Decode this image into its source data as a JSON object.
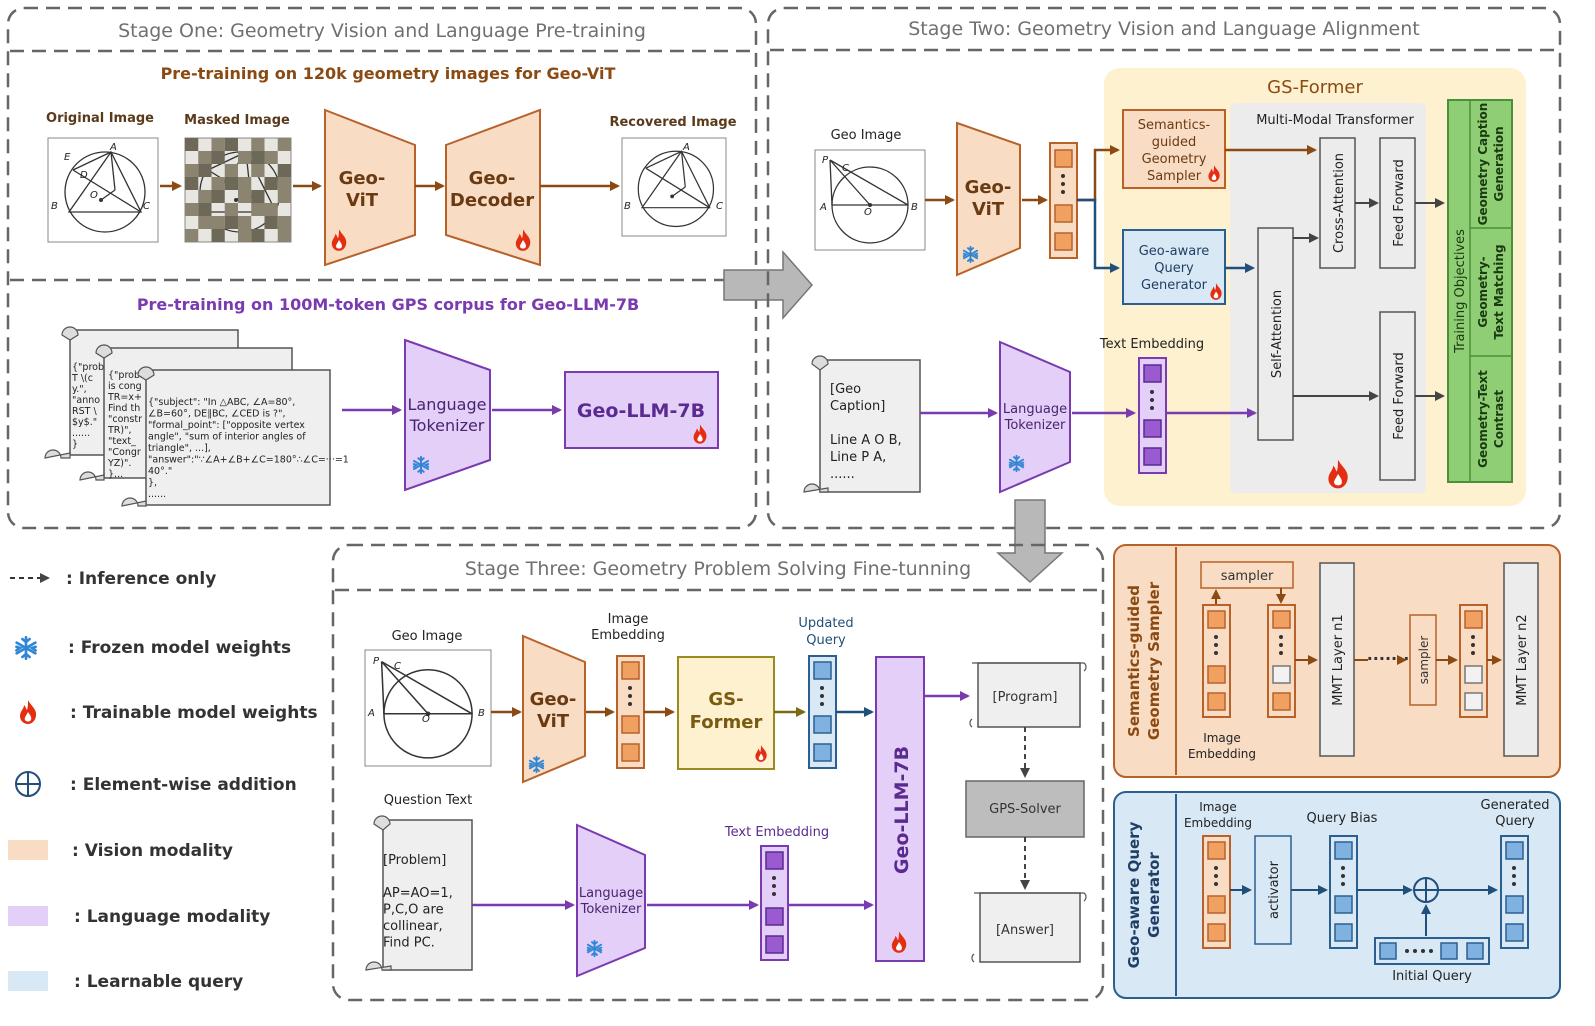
{
  "stage_one": {
    "title": "Stage One: Geometry Vision and Language Pre-training",
    "vision_section": "Pre-training on 120k geometry images for Geo-ViT",
    "original_image": "Original Image",
    "masked_image": "Masked Image",
    "recovered_image": "Recovered Image",
    "geo_vit": [
      "Geo-",
      "ViT"
    ],
    "geo_decoder": [
      "Geo-",
      "Decoder"
    ],
    "language_section": "Pre-training on 100M-token GPS corpus for Geo-LLM-7B",
    "tokenizer": [
      "Language",
      "Tokenizer"
    ],
    "llm": "Geo-LLM-7B",
    "corpus_back2": [
      "{\"prob",
      "T \\(c",
      "y.\",",
      "\"anno",
      "RST \\",
      "$y$.\"",
      "......",
      "}"
    ],
    "corpus_back1": [
      "{\"probl",
      "is cong",
      "TR=x+",
      "Find th",
      "\"constr",
      "TR)\",",
      "\"text_",
      "\"Congr",
      "YZ)\".",
      "}..."
    ],
    "corpus_front": [
      "{\"subject\": \"In △ABC, ∠A=80°,",
      "∠B=60°, DE∥BC, ∠CED is ?\",",
      "\"formal_point\": [\"opposite vertex",
      "angle\", \"sum of interior angles of",
      "triangle\", ...],",
      "\"answer\":\"∵∠A+∠B+∠C=180°∴∠C=···=1",
      "40°.\"",
      "},",
      "......"
    ]
  },
  "stage_two": {
    "title": "Stage Two: Geometry Vision and Language Alignment",
    "geo_image": "Geo Image",
    "geo_vit": [
      "Geo-",
      "ViT"
    ],
    "gs_former": "GS-Former",
    "sampler": [
      "Semantics-",
      "guided",
      "Geometry",
      "Sampler"
    ],
    "query_gen": [
      "Geo-aware",
      "Query",
      "Generator"
    ],
    "mmt": "Multi-Modal Transformer",
    "cross_attention": "Cross-Attention",
    "self_attention": "Self-Attention",
    "feed_forward": "Feed Forward",
    "training_objectives": "Training Objectives",
    "objectives": [
      [
        "Geometry Caption",
        "Generation"
      ],
      [
        "Geometry-",
        "Text Matching"
      ],
      [
        "Geometry-Text",
        "Contrast"
      ]
    ],
    "text_embedding": "Text Embedding",
    "caption": [
      "[Geo",
      "Caption]",
      "",
      "Line A O B,",
      "Line P A,",
      "......"
    ],
    "tokenizer": [
      "Language",
      "Tokenizer"
    ]
  },
  "stage_three": {
    "title": "Stage Three: Geometry Problem Solving Fine-tunning",
    "geo_image": "Geo Image",
    "geo_vit": [
      "Geo-",
      "ViT"
    ],
    "image_embedding": [
      "Image",
      "Embedding"
    ],
    "gs_former": [
      "GS-",
      "Former"
    ],
    "updated_query": [
      "Updated",
      "Query"
    ],
    "llm": "Geo-LLM-7B",
    "program": "[Program]",
    "solver": "GPS-Solver",
    "answer": "[Answer]",
    "question_text": "Question Text",
    "problem": [
      "[Problem]",
      "",
      "AP=AO=1,",
      "P,C,O are",
      "collinear,",
      "Find PC."
    ],
    "tokenizer": [
      "Language",
      "Tokenizer"
    ],
    "text_embedding": "Text Embedding"
  },
  "legend": [
    {
      "icon": "dashed-arrow-icon",
      "label": ": Inference only"
    },
    {
      "icon": "snowflake-icon",
      "label": ": Frozen model weights"
    },
    {
      "icon": "flame-icon",
      "label": ": Trainable model weights"
    },
    {
      "icon": "circled-plus-icon",
      "label": ": Element-wise addition"
    },
    {
      "icon": "vision-swatch-icon",
      "label": ": Vision modality"
    },
    {
      "icon": "language-swatch-icon",
      "label": ": Language modality"
    },
    {
      "icon": "query-swatch-icon",
      "label": ": Learnable query"
    }
  ],
  "sampler_panel": {
    "title": [
      "Semantics-guided",
      "Geometry Sampler"
    ],
    "sampler": "sampler",
    "image_embedding": [
      "Image",
      "Embedding"
    ],
    "layer1": "MMT Layer n1",
    "layer2": "MMT Layer n2",
    "dots": "·······"
  },
  "query_panel": {
    "title": [
      "Geo-aware Query",
      "Generator"
    ],
    "image_embedding": [
      "Image",
      "Embedding"
    ],
    "activator": "activator",
    "query_bias": "Query Bias",
    "generated_query": [
      "Generated",
      "Query"
    ],
    "initial_query": "Initial Query"
  },
  "geo_labels": [
    "A",
    "B",
    "C",
    "E",
    "O",
    "D",
    "P"
  ],
  "colors": {
    "vision_fill": "#f9dcc4",
    "vision_stroke": "#b8622a",
    "language_fill": "#e3cff7",
    "language_stroke": "#7a3ab0",
    "query_fill": "#d8e8f5",
    "query_stroke": "#2a5f8f",
    "gs_fill": "#fdf1cf",
    "green": "#8fce74",
    "arrow_brown": "#8a4a12",
    "arrow_purple": "#7a3ab0",
    "arrow_blue": "#1f4f7a"
  }
}
